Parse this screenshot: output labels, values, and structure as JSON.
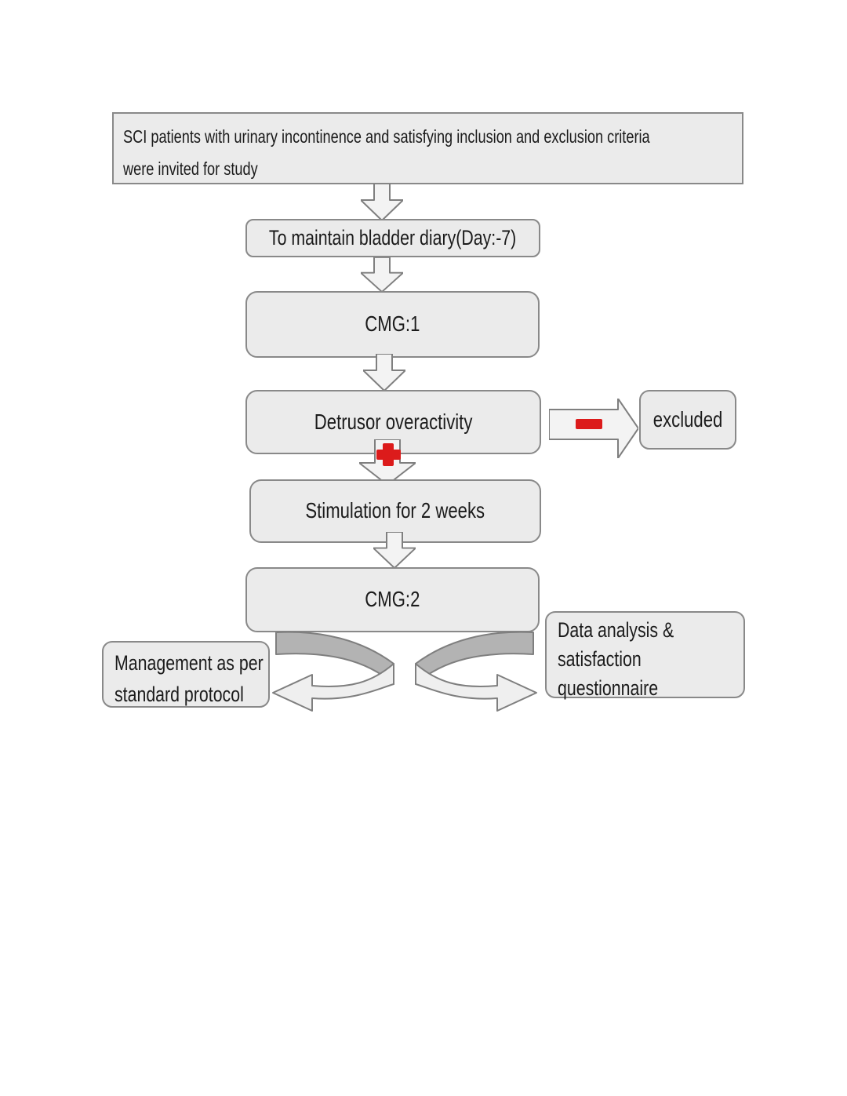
{
  "flowchart": {
    "nodes": {
      "intro": "SCI patients with urinary incontinence and satisfying inclusion and exclusion criteria\nwere invited for study",
      "bladder_diary": "To maintain bladder diary(Day:-7)",
      "cmg1": "CMG:1",
      "detrusor": "Detrusor overactivity",
      "excluded": "excluded",
      "stimulation": "Stimulation for 2 weeks",
      "cmg2": "CMG:2",
      "management": "Management as per\nstandard protocol",
      "data_analysis": "Data analysis &\nsatisfaction\nquestionnaire"
    },
    "connectors": {
      "negative_branch": "minus-icon (red), arrow to excluded",
      "positive_branch": "plus-icon (red), arrow to stimulation"
    },
    "colors": {
      "node_fill": "#ebebeb",
      "node_border": "#898989",
      "arrow_fill": "#f3f3f3",
      "ribbon_dark": "#b3b3b3",
      "ribbon_light": "#efefef",
      "accent_red": "#dc1b1b",
      "text": "#1b1b1b",
      "background": "#ffffff"
    }
  }
}
